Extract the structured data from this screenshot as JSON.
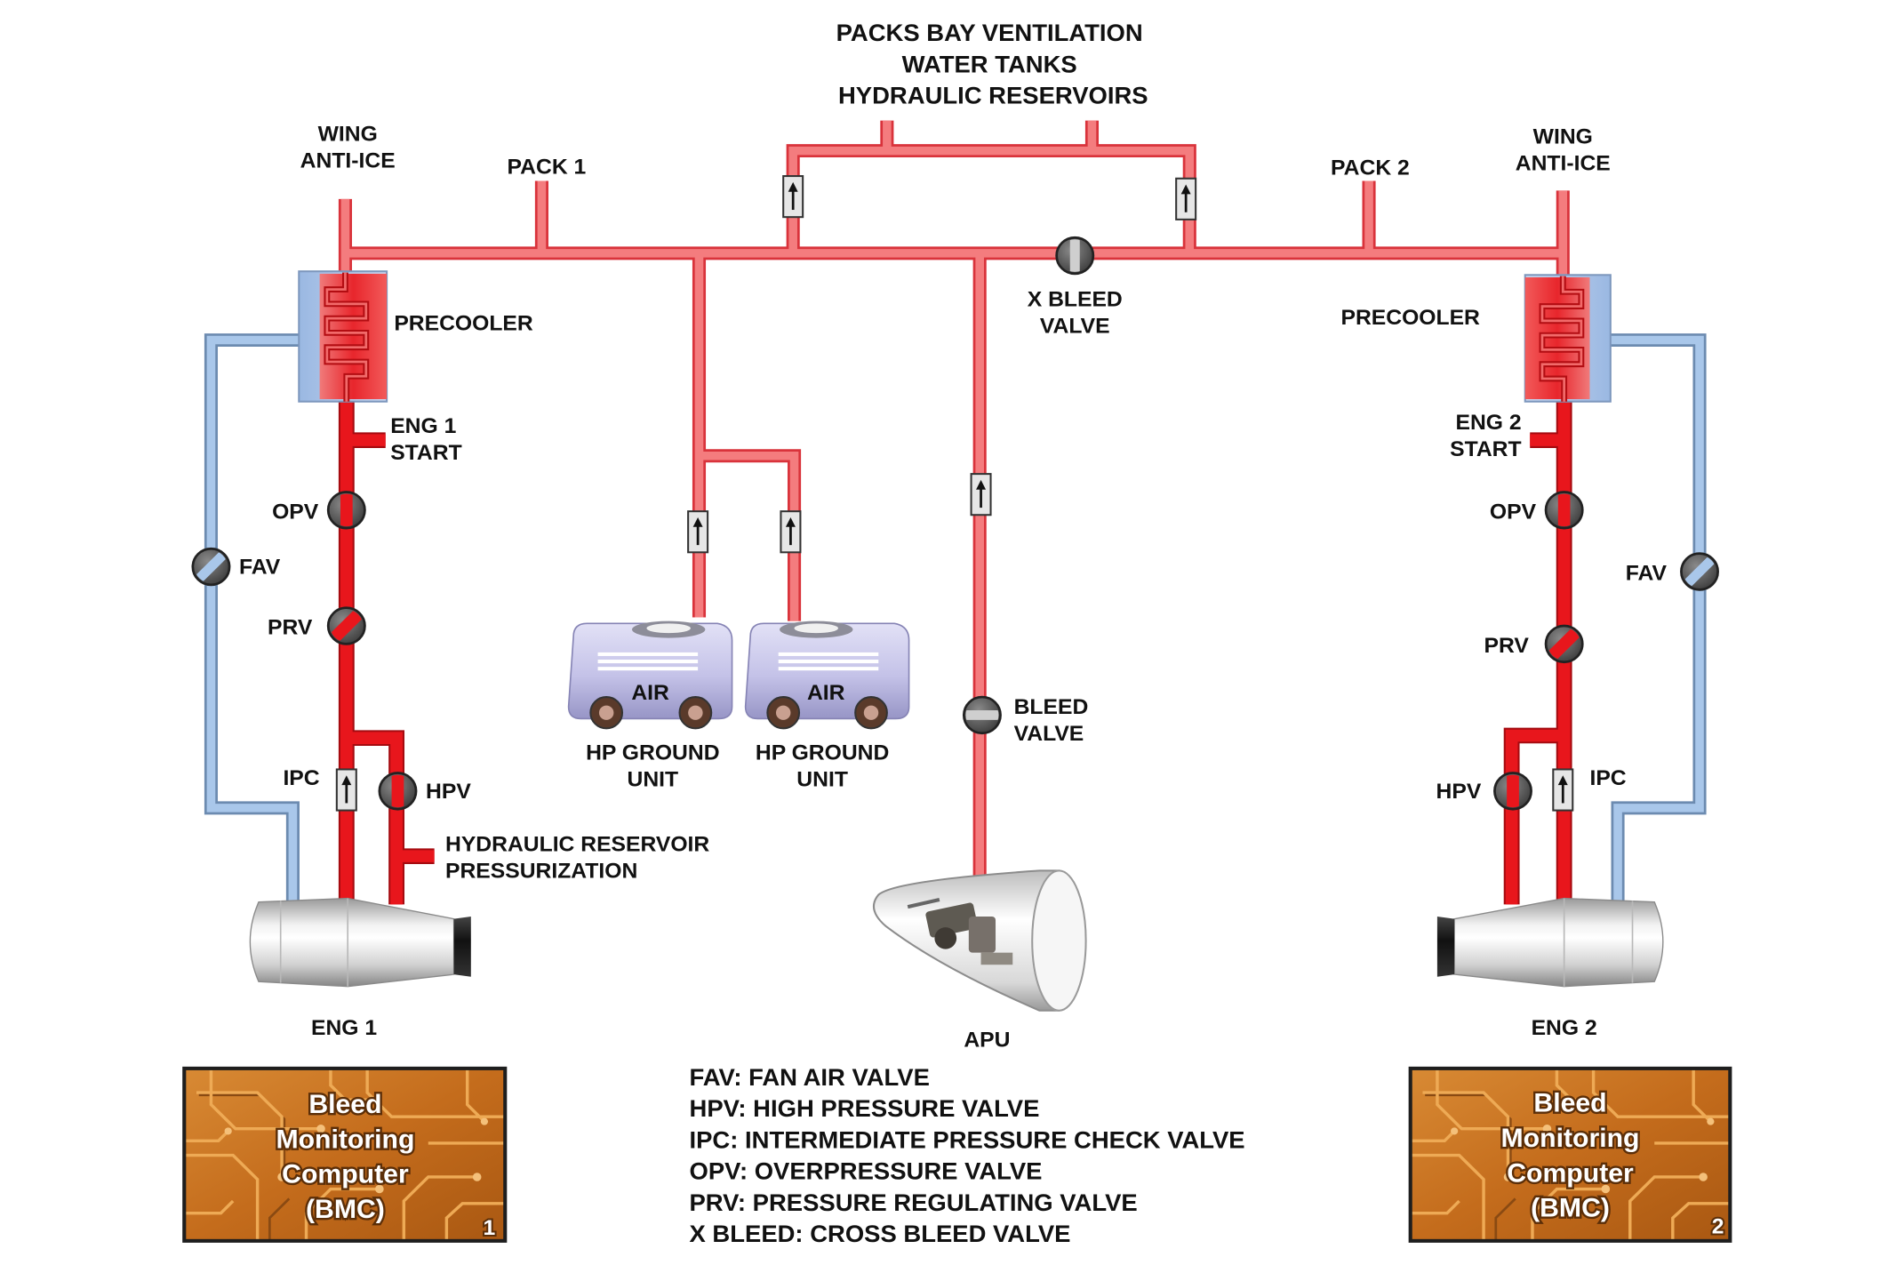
{
  "title_lines": [
    "PACKS BAY VENTILATION",
    "WATER TANKS",
    "HYDRAULIC RESERVOIRS"
  ],
  "left": {
    "wing_anti_ice": [
      "WING",
      "ANTI-ICE"
    ],
    "pack": "PACK 1",
    "precooler": "PRECOOLER",
    "start": [
      "ENG 1",
      "START"
    ],
    "opv": "OPV",
    "fav": "FAV",
    "prv": "PRV",
    "ipc": "IPC",
    "hpv": "HPV",
    "hydraulic": [
      "HYDRAULIC RESERVOIR",
      "PRESSURIZATION"
    ],
    "engine": "ENG 1",
    "bmc": {
      "lines": [
        "Bleed",
        "Monitoring",
        "Computer",
        "(BMC)"
      ],
      "number": "1"
    }
  },
  "right": {
    "wing_anti_ice": [
      "WING",
      "ANTI-ICE"
    ],
    "pack": "PACK 2",
    "precooler": "PRECOOLER",
    "start": [
      "ENG 2",
      "START"
    ],
    "opv": "OPV",
    "fav": "FAV",
    "prv": "PRV",
    "ipc": "IPC",
    "hpv": "HPV",
    "engine": "ENG 2",
    "bmc": {
      "lines": [
        "Bleed",
        "Monitoring",
        "Computer",
        "(BMC)"
      ],
      "number": "2"
    }
  },
  "center": {
    "x_bleed": [
      "X BLEED",
      "VALVE"
    ],
    "ground_units": [
      {
        "tag": "AIR",
        "label": [
          "HP GROUND",
          "UNIT"
        ]
      },
      {
        "tag": "AIR",
        "label": [
          "HP GROUND",
          "UNIT"
        ]
      }
    ],
    "apu_bleed": [
      "BLEED",
      "VALVE"
    ],
    "apu": "APU"
  },
  "legend": [
    "FAV: FAN AIR VALVE",
    "HPV: HIGH PRESSURE VALVE",
    "IPC: INTERMEDIATE PRESSURE CHECK VALVE",
    "OPV: OVERPRESSURE VALVE",
    "PRV: PRESSURE REGULATING VALVE",
    "X BLEED: CROSS BLEED VALVE"
  ],
  "colors": {
    "bleed_duct": "#f47c7e",
    "engine_duct": "#e8161c",
    "fan_air_duct": "#a9c7ea",
    "valve_body": "#5a5a5a",
    "bmc_board": "#c97320"
  }
}
